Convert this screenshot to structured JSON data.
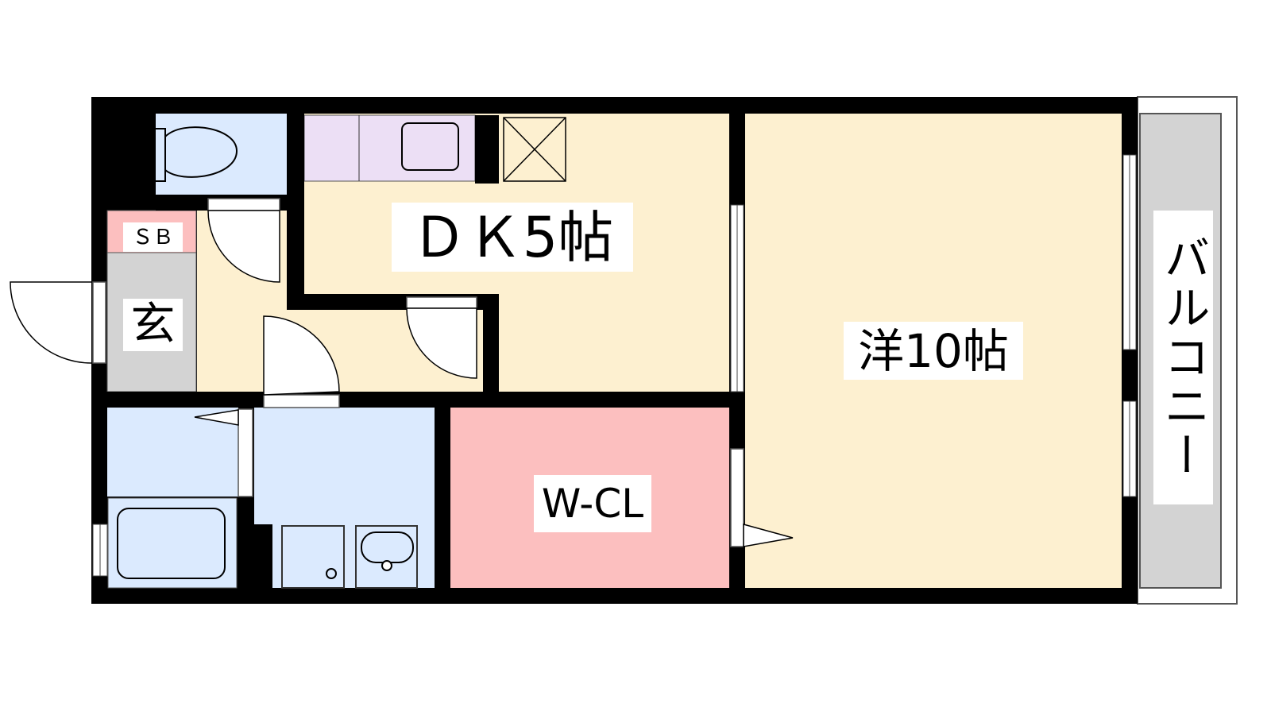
{
  "rooms": {
    "dk": {
      "label": "ＤＫ5帖"
    },
    "western": {
      "label": "洋10帖"
    },
    "walk_in_closet": {
      "label": "W-CL"
    },
    "balcony": {
      "label": "バルコニー"
    },
    "shoe_box": {
      "label": "ＳＢ"
    },
    "entrance": {
      "label": "玄"
    }
  },
  "colors": {
    "wall": "#000000",
    "living": "#fdf0d0",
    "wet_area": "#dbeafe",
    "kitchen": "#ecdff5",
    "closet": "#fcbfbf",
    "entrance": "#d3d3d3",
    "balcony": "#d3d3d3"
  }
}
